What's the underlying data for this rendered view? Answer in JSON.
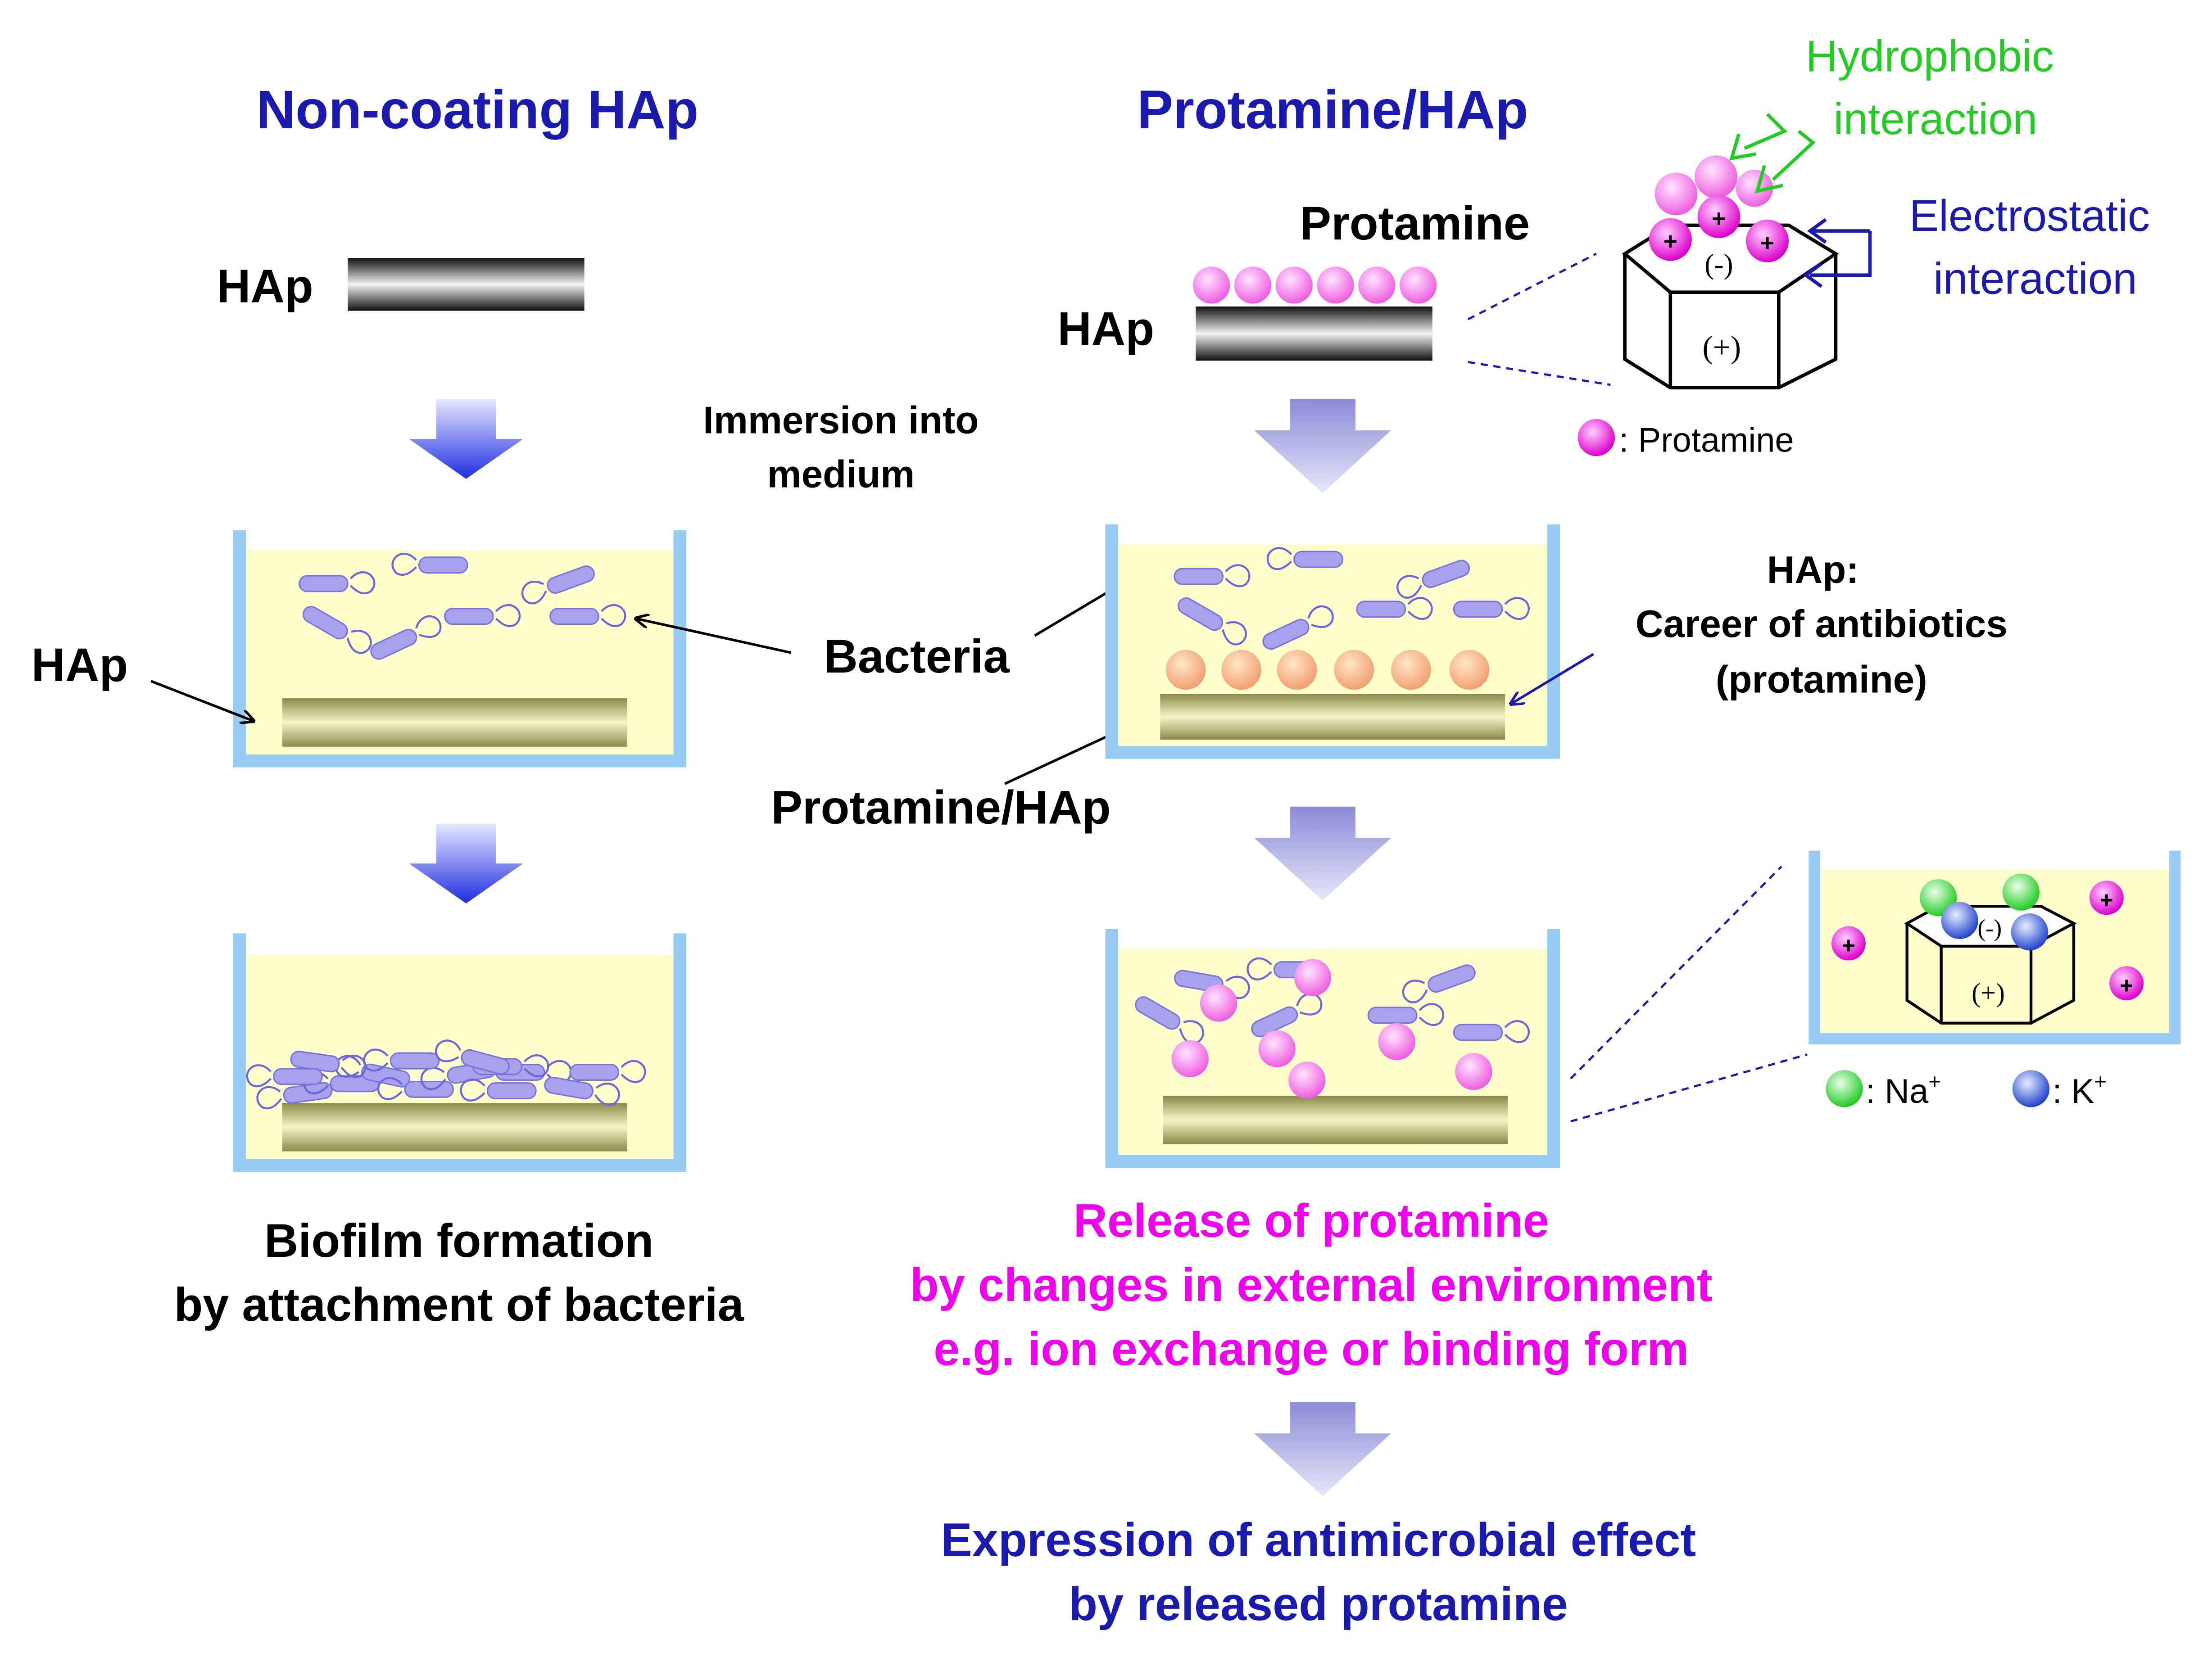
{
  "left": {
    "title": "Non-coating HAp",
    "hap_label": "HAp",
    "hap_pointer_label": "HAp",
    "caption_line1": "Biofilm formation",
    "caption_line2": "by attachment of bacteria"
  },
  "center": {
    "immersion_line1": "Immersion into",
    "immersion_line2": "medium",
    "bacteria_label": "Bacteria"
  },
  "right": {
    "title": "Protamine/HAp",
    "protamine_label": "Protamine",
    "hap_label": "HAp",
    "protamine_hap_label": "Protamine/HAp",
    "carrier_line1": "HAp:",
    "carrier_line2": "Career of antibiotics",
    "carrier_line3": "(protamine)",
    "release_line1": "Release of protamine",
    "release_line2": "by changes in external environment",
    "release_line3": "e.g. ion exchange or binding form",
    "effect_line1": "Expression of antimicrobial effect",
    "effect_line2": "by released protamine"
  },
  "inset_top": {
    "hydrophobic_line1": "Hydrophobic",
    "hydrophobic_line2": "interaction",
    "electrostatic_line1": "Electrostatic",
    "electrostatic_line2": "interaction",
    "neg": "(-)",
    "pos": "(+)",
    "plus": "+",
    "legend_protamine": ": Protamine"
  },
  "inset_bottom": {
    "neg": "(-)",
    "pos": "(+)",
    "plus": "+",
    "legend_na": ": Na",
    "legend_k": ": K",
    "sup": "+"
  },
  "colors": {
    "title_blue": "#1a1ab0",
    "magenta": "#ee00ee",
    "green": "#22cc22",
    "beaker_blue": "#99ccf5",
    "medium_yellow": "#ffffcc",
    "bacteria_purple": "#9a94e8",
    "arrow_dark": "#2233dd",
    "arrow_light": "#9999dd"
  }
}
